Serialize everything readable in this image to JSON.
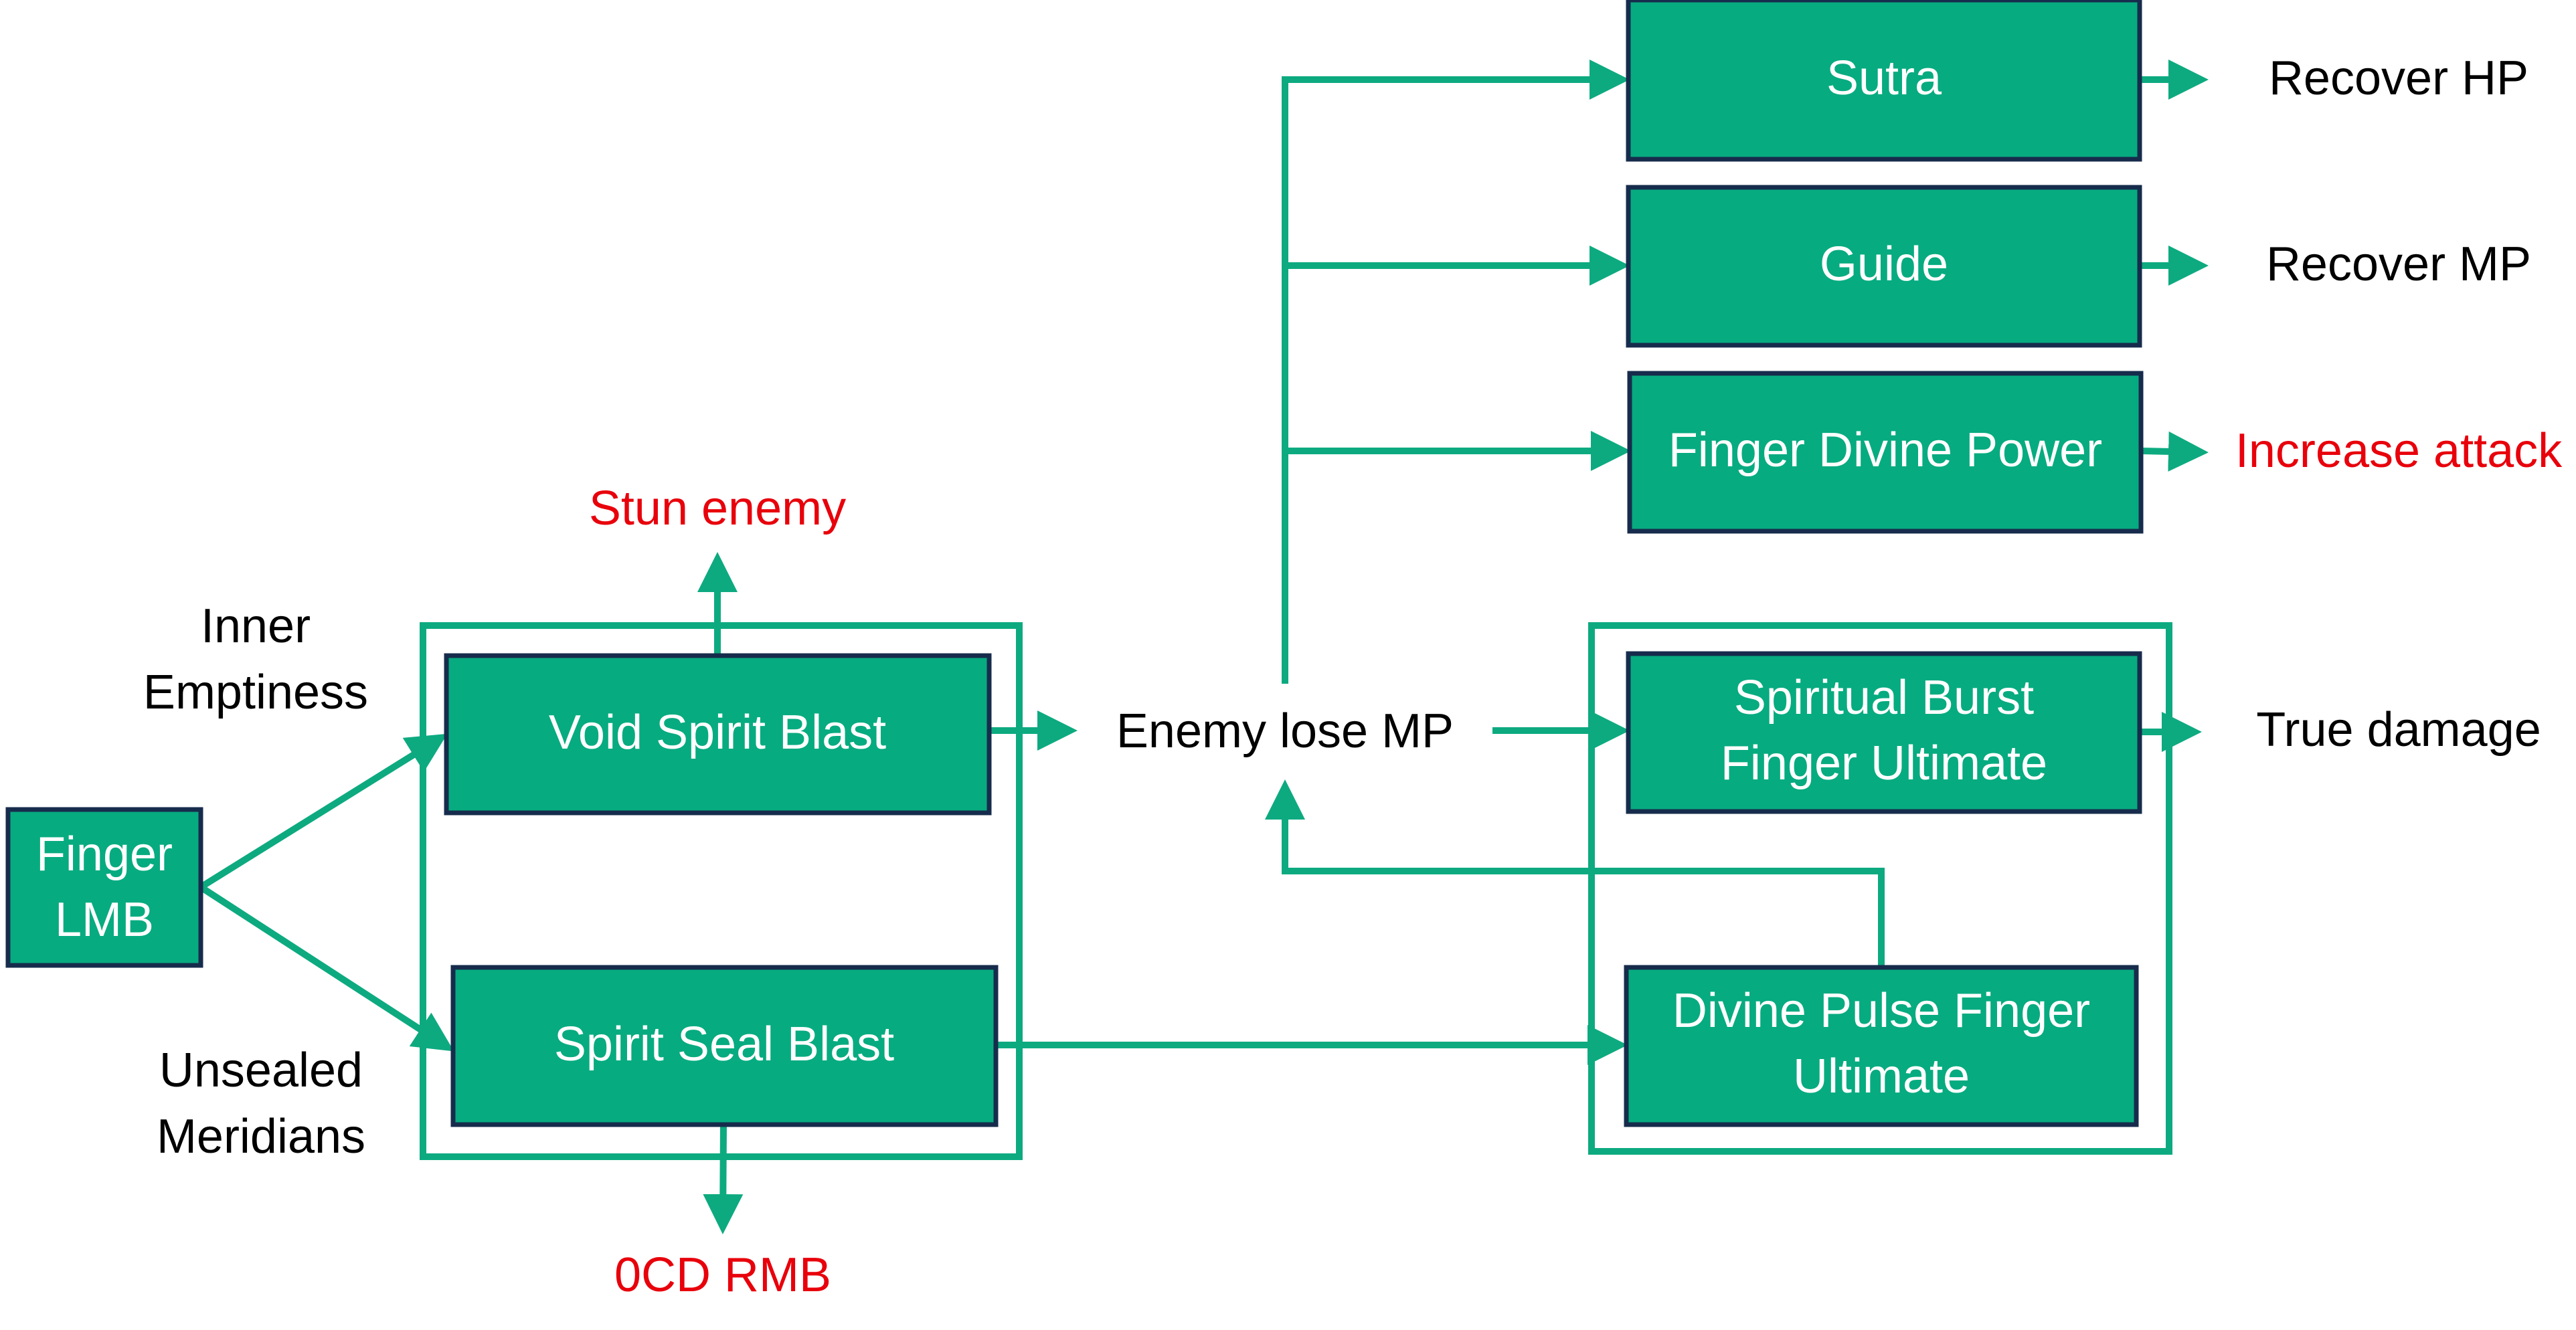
{
  "diagram": {
    "colors": {
      "node_fill": "#07AB80",
      "node_border": "#172C4C",
      "edge": "#0DAA80",
      "text_on_node": "#FFFFFF",
      "label": "#000000",
      "effect_highlight": "#E8000B"
    },
    "nodes": {
      "finger_lmb": [
        "Finger",
        "LMB"
      ],
      "void_spirit_blast": [
        "Void Spirit Blast"
      ],
      "spirit_seal_blast": [
        "Spirit Seal Blast"
      ],
      "sutra": [
        "Sutra"
      ],
      "guide": [
        "Guide"
      ],
      "finger_divine_power": [
        "Finger Divine Power"
      ],
      "spiritual_burst": [
        "Spiritual Burst",
        "Finger Ultimate"
      ],
      "divine_pulse": [
        "Divine Pulse Finger",
        "Ultimate"
      ]
    },
    "labels": {
      "inner_emptiness": [
        "Inner",
        "Emptiness"
      ],
      "unsealed_meridians": [
        "Unsealed",
        "Meridians"
      ],
      "stun_enemy": "Stun enemy",
      "ocd_rmb": "0CD RMB",
      "enemy_lose_mp": "Enemy lose MP",
      "recover_hp": "Recover HP",
      "recover_mp": "Recover MP",
      "increase_attack": "Increase attack",
      "true_damage": "True damage"
    },
    "edges": [
      {
        "from": "Finger LMB",
        "to": "Void Spirit Blast",
        "label": "Inner Emptiness"
      },
      {
        "from": "Finger LMB",
        "to": "Spirit Seal Blast",
        "label": "Unsealed Meridians"
      },
      {
        "from": "Void Spirit Blast",
        "to": "Stun enemy"
      },
      {
        "from": "Spirit Seal Blast",
        "to": "0CD RMB"
      },
      {
        "from": "Void Spirit Blast",
        "to": "Enemy lose MP"
      },
      {
        "from": "Spirit Seal Blast",
        "to": "Divine Pulse Finger Ultimate"
      },
      {
        "from": "Divine Pulse Finger Ultimate",
        "to": "Enemy lose MP"
      },
      {
        "from": "Enemy lose MP",
        "to": "Sutra"
      },
      {
        "from": "Enemy lose MP",
        "to": "Guide"
      },
      {
        "from": "Enemy lose MP",
        "to": "Finger Divine Power"
      },
      {
        "from": "Enemy lose MP",
        "to": "Spiritual Burst Finger Ultimate"
      },
      {
        "from": "Sutra",
        "to": "Recover HP"
      },
      {
        "from": "Guide",
        "to": "Recover MP"
      },
      {
        "from": "Finger Divine Power",
        "to": "Increase attack"
      },
      {
        "from": "Spiritual Burst Finger Ultimate",
        "to": "True damage"
      }
    ]
  }
}
